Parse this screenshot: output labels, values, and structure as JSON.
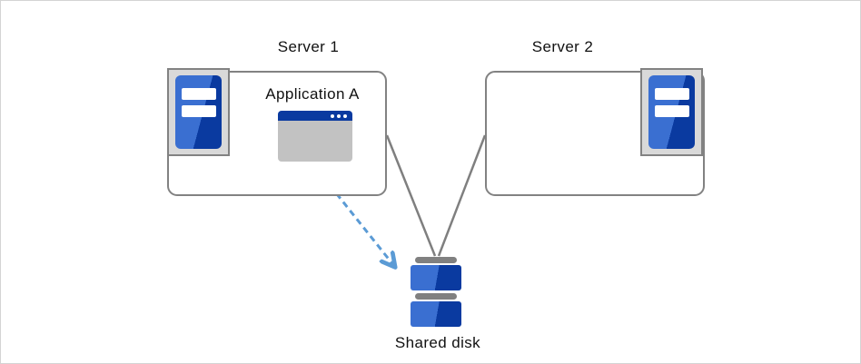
{
  "diagram": {
    "nodes": {
      "server1": {
        "label": "Server 1",
        "icon": "server-tower-icon"
      },
      "server2": {
        "label": "Server 2",
        "icon": "server-tower-icon"
      },
      "application_a": {
        "label": "Application A",
        "icon": "application-window-icon"
      },
      "shared_disk": {
        "label": "Shared disk",
        "icon": "shared-disk-icon"
      }
    },
    "edges": [
      {
        "from": "server1",
        "to": "shared_disk",
        "style": "solid",
        "color": "#7f7f7f"
      },
      {
        "from": "server2",
        "to": "shared_disk",
        "style": "solid",
        "color": "#7f7f7f"
      },
      {
        "from": "application_a",
        "to": "shared_disk",
        "style": "dashed-arrow",
        "color": "#5b9bd5"
      }
    ],
    "colors": {
      "box_border": "#828282",
      "panel_background": "#d9d9d9",
      "tower_blue_light": "#3a6fd1",
      "tower_blue_dark": "#0a3aa0",
      "window_titlebar_blue": "#0a3aa0",
      "window_body_gray": "#c2c2c2",
      "disk_cap_gray": "#808080",
      "connector_gray": "#7f7f7f",
      "arrow_blue": "#5b9bd5"
    }
  }
}
